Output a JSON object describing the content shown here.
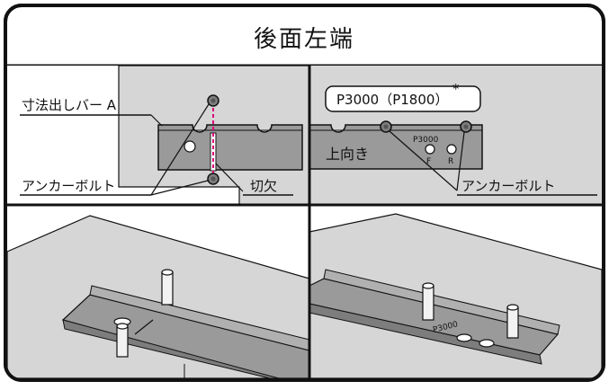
{
  "header": {
    "title": "後面左端"
  },
  "top_left": {
    "label_dimension_bar": "寸法出しバー A",
    "label_anchor_bolt": "アンカーボルト",
    "label_notch": "切欠"
  },
  "top_right": {
    "model_callout": "P3000（P1800）",
    "asterisk": "*",
    "label_up": "上向き",
    "plate_stamp": "P3000",
    "hole_f": "F",
    "hole_r": "R",
    "label_anchor_bolt": "アンカーボルト"
  },
  "bottom_right": {
    "plate_stamp": "P3000"
  },
  "colors": {
    "frame": "#111111",
    "panel_bg": "#d6d6d6",
    "metal": "#9a9a9a",
    "guide_line": "#e0007a"
  }
}
